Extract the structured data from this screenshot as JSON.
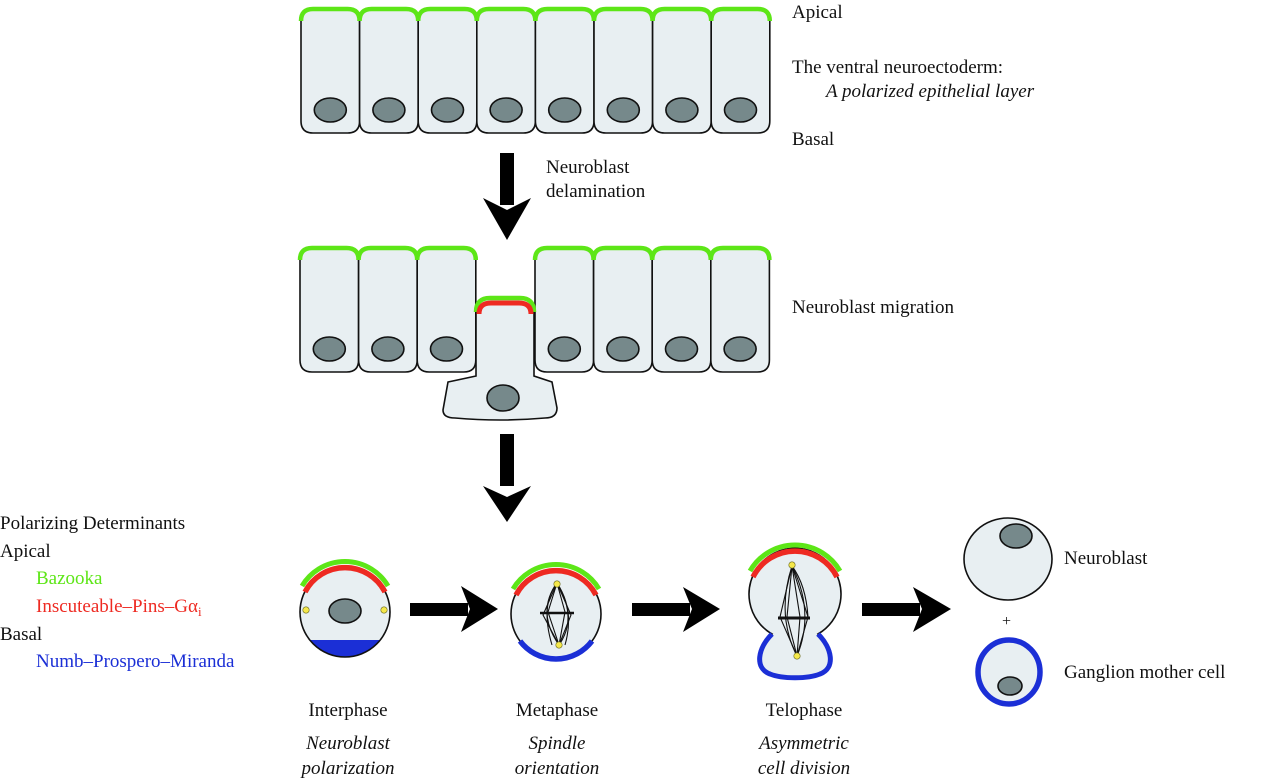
{
  "colors": {
    "cell_fill": "#e8eff2",
    "nucleus_fill": "#76898b",
    "outline": "#111111",
    "bazooka_green": "#5de617",
    "inscuteable_red": "#ee2a22",
    "numb_blue": "#1b2fd6",
    "centrosome_yellow": "#f5e84a"
  },
  "epithelium": {
    "apical_label": "Apical",
    "title_line1": "The ventral neuroectoderm:",
    "title_line2": "A polarized epithelial layer",
    "basal_label": "Basal",
    "cell_count": 8
  },
  "step1": {
    "line1": "Neuroblast",
    "line2": "delamination"
  },
  "migration": {
    "label": "Neuroblast migration",
    "left_cells": 3,
    "right_cells": 4
  },
  "legend": {
    "title": "Polarizing Determinants",
    "apical_heading": "Apical",
    "bazooka": "Bazooka",
    "inscuteable_main": "Inscuteable–Pins–Gα",
    "inscuteable_sub": "i",
    "basal_heading": "Basal",
    "numb": "Numb–Prospero–Miranda"
  },
  "phases": [
    {
      "name": "Interphase",
      "desc_line1": "Neuroblast",
      "desc_line2": "polarization"
    },
    {
      "name": "Metaphase",
      "desc_line1": "Spindle",
      "desc_line2": "orientation"
    },
    {
      "name": "Telophase",
      "desc_line1": "Asymmetric",
      "desc_line2": "cell division"
    }
  ],
  "products": {
    "neuroblast": "Neuroblast",
    "plus": "+",
    "gmc": "Ganglion mother cell"
  }
}
